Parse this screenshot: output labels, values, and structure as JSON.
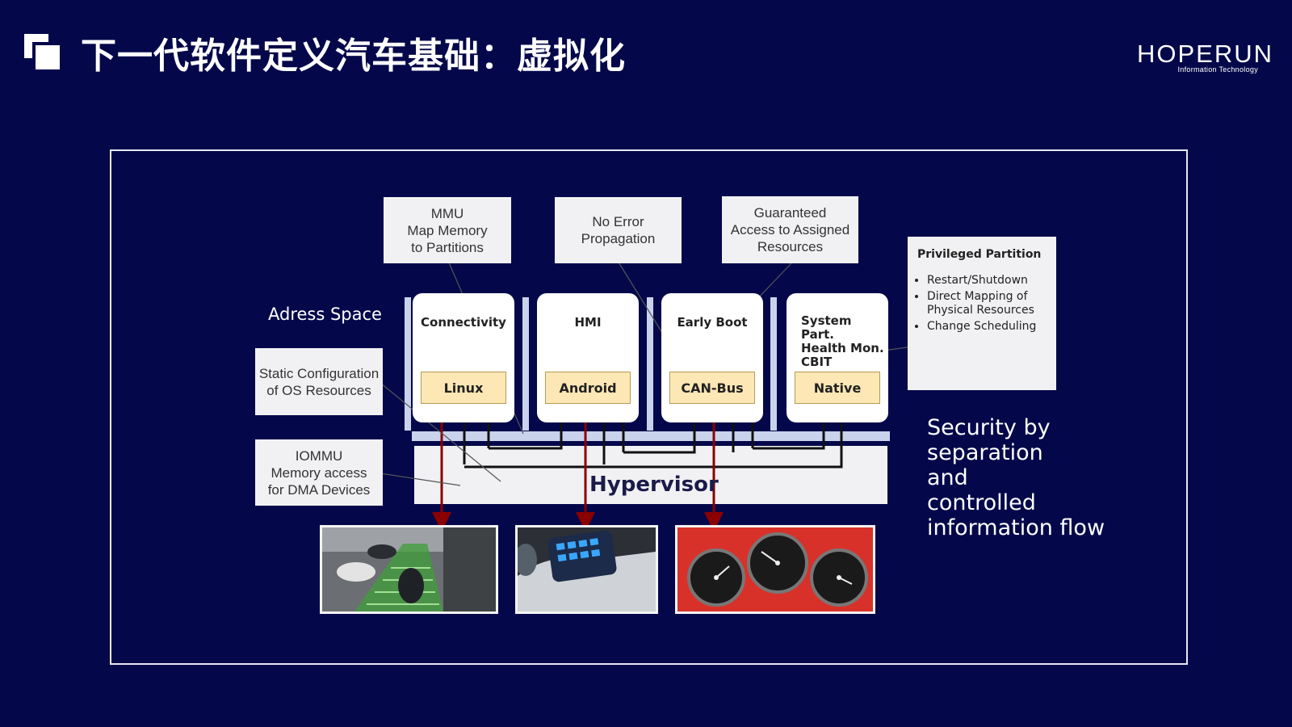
{
  "header": {
    "title": "下一代软件定义汽车基础：虚拟化",
    "logo_text": "HOPERUN",
    "logo_subtext": "Information Technology"
  },
  "colors": {
    "background": "#04084a",
    "arrow_red": "#8b0000",
    "os_fill": "#fde7b5",
    "panel": "#f1f1f3"
  },
  "diagram": {
    "notes": {
      "mmu": "MMU\nMap Memory\nto Partitions",
      "no_error": "No Error\nPropagation",
      "guaranteed": "Guaranteed\nAccess to Assigned\nResources",
      "static_config": "Static Configuration\nof OS Resources",
      "iommu": "IOMMU\nMemory access\nfor DMA Devices"
    },
    "address_space_label": "Adress Space",
    "partitions": [
      {
        "label": "Connectivity",
        "os": "Linux"
      },
      {
        "label": "HMI",
        "os": "Android"
      },
      {
        "label": "Early Boot",
        "os": "CAN-Bus"
      },
      {
        "label": "System Part.\nHealth Mon.\nCBIT",
        "os": "Native"
      }
    ],
    "hypervisor_label": "Hypervisor",
    "privileged": {
      "title": "Privileged Partition",
      "items": [
        "Restart/Shutdown",
        "Direct Mapping of Physical Resources",
        "Change Scheduling"
      ]
    },
    "security_text": "Security by\nseparation\nand\ncontrolled\ninformation flow",
    "images": [
      "parking-assist-image",
      "infotainment-console-image",
      "instrument-gauges-image"
    ]
  }
}
